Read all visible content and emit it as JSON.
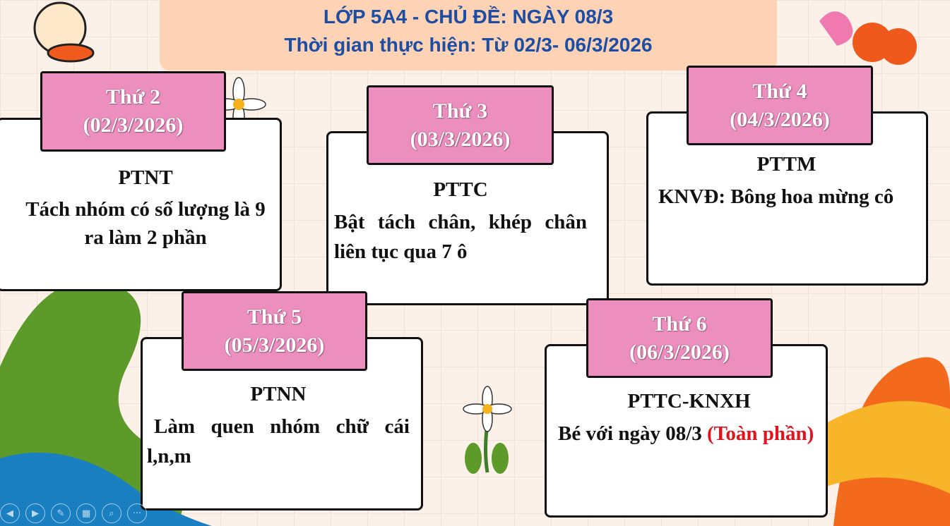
{
  "header": {
    "line1": "LỚP 5A4 - CHỦ ĐỀ: NGÀY 08/3",
    "line2": "Thời gian thực hiện: Từ 02/3- 06/3/2026"
  },
  "days": [
    {
      "day": "Thứ 2",
      "date": "(02/3/2026)",
      "subject": "PTNT",
      "desc": "Tách nhóm có số lượng là 9 ra làm 2 phần"
    },
    {
      "day": "Thứ 3",
      "date": "(03/3/2026)",
      "subject": "PTTC",
      "desc": "Bật tách chân, khép chân liên tục qua 7 ô"
    },
    {
      "day": "Thứ 4",
      "date": "(04/3/2026)",
      "subject": "PTTM",
      "desc": "KNVĐ: Bông hoa mừng cô"
    },
    {
      "day": "Thứ 5",
      "date": "(05/3/2026)",
      "subject": "PTNN",
      "desc": "Làm quen nhóm chữ cái l,n,m"
    },
    {
      "day": "Thứ 6",
      "date": "(06/3/2026)",
      "subject": "PTTC-KNXH",
      "desc": "Bé với ngày 08/3",
      "note": "(Toàn phần)"
    }
  ],
  "toolbar": {
    "icons": [
      "previous-icon",
      "play-icon",
      "pen-icon",
      "slides-grid-icon",
      "zoom-icon",
      "more-icon"
    ]
  }
}
